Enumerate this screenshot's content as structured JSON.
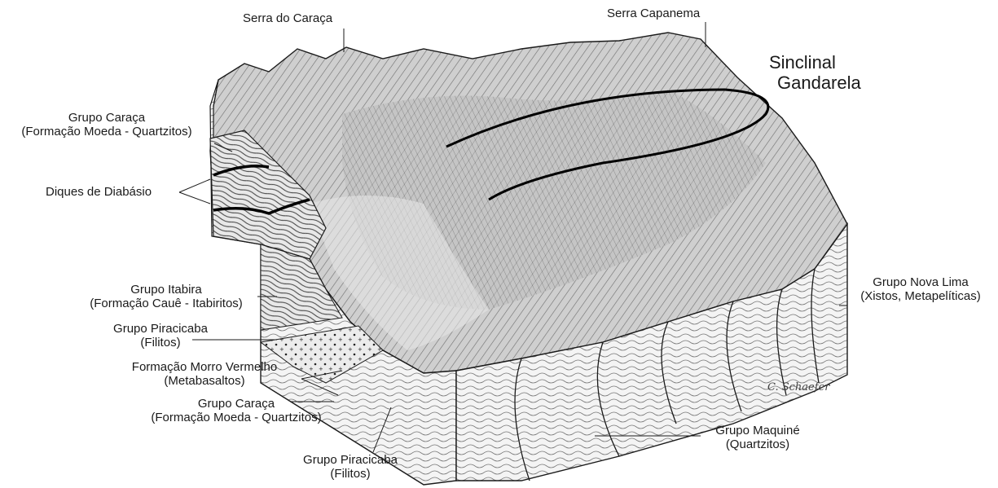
{
  "labels": {
    "serra_caraca": "Serra do Caraça",
    "serra_capanema": "Serra Capanema",
    "sinclinal": [
      "Sinclinal",
      "Gandarela"
    ],
    "grupo_caraca_top": [
      "Grupo Caraça",
      "(Formação Moeda - Quartzitos)"
    ],
    "diques": "Diques de Diabásio",
    "grupo_itabira": [
      "Grupo Itabira",
      "(Formação Cauê - Itabiritos)"
    ],
    "grupo_piracicaba_left": [
      "Grupo Piracicaba",
      "(Filitos)"
    ],
    "morro_vermelho": [
      "Formação Morro Vermelho",
      "(Metabasaltos)"
    ],
    "grupo_caraca_bottom": [
      "Grupo Caraça",
      "(Formação Moeda - Quartzitos)"
    ],
    "grupo_piracicaba_bottom": [
      "Grupo Piracicaba",
      "(Filitos)"
    ],
    "grupo_maquine": [
      "Grupo Maquiné",
      "(Quartzitos)"
    ],
    "grupo_nova_lima": [
      "Grupo Nova Lima",
      "(Xistos, Metapelíticas)"
    ],
    "signature": "C. Schaefer"
  },
  "colors": {
    "ink": "#1a1a1a",
    "terrain_light": "#d9d9d9",
    "terrain_dark": "#8a8a8a",
    "section_bg": "#f2f2f2"
  }
}
